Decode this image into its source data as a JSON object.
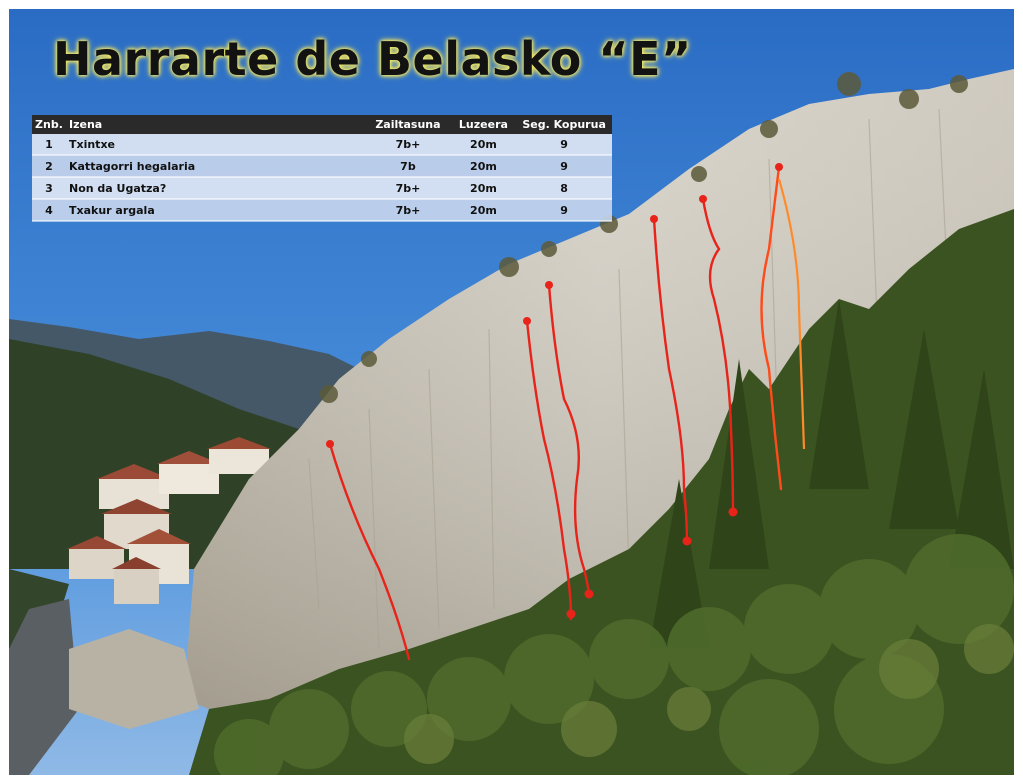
{
  "title": "Harrarte de Belasko “E”",
  "table": {
    "headers": [
      "Znb.",
      "Izena",
      "Zailtasuna",
      "Luzeera",
      "Seg. Kopurua"
    ],
    "rows": [
      {
        "num": "1",
        "name": "Txintxe",
        "grade": "7b+",
        "length": "20m",
        "bolts": "9"
      },
      {
        "num": "2",
        "name": "Kattagorri hegalaria",
        "grade": "7b",
        "length": "20m",
        "bolts": "9"
      },
      {
        "num": "3",
        "name": "Non da Ugatza?",
        "grade": "7b+",
        "length": "20m",
        "bolts": "8"
      },
      {
        "num": "4",
        "name": "Txakur argala",
        "grade": "7b+",
        "length": "20m",
        "bolts": "9"
      }
    ]
  },
  "colors": {
    "route_line": "#e8231a",
    "route_line_alt": "#ff7a1a",
    "sky": "#3f86d6",
    "rock": "#c9c3b5",
    "forest": "#3f5a22"
  },
  "icons": [
    "route-start-marker-icon",
    "route-anchor-marker-icon"
  ]
}
